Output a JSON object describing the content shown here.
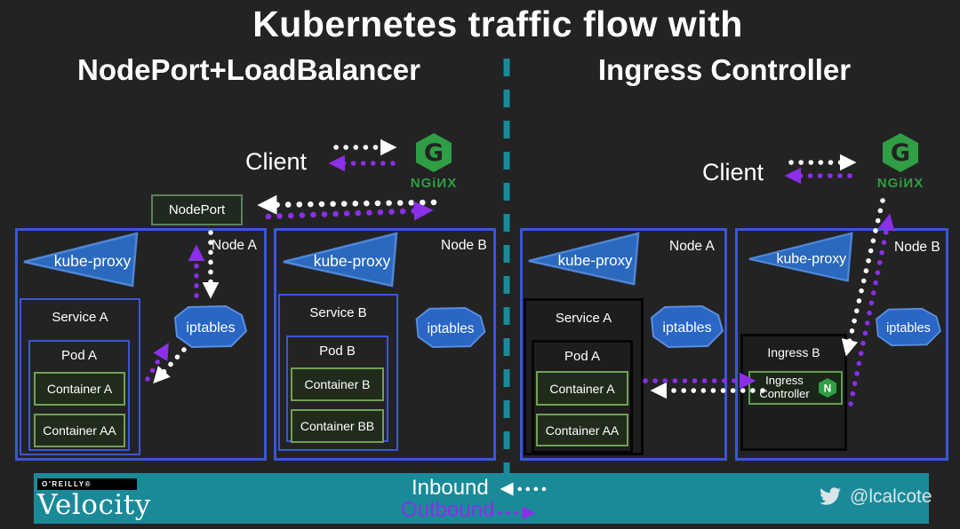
{
  "title": "Kubernetes traffic flow with",
  "left_heading": "NodePort+LoadBalancer",
  "right_heading": "Ingress Controller",
  "diagram": {
    "left": {
      "client_label": "Client",
      "nginx": {
        "monogram": "G",
        "wordmark": "NGiИX"
      },
      "nodeport_label": "NodePort",
      "node_a": {
        "label": "Node A",
        "kube_proxy_label": "kube-proxy",
        "iptables_label": "iptables",
        "service_label": "Service A",
        "pod_label": "Pod A",
        "containers": [
          "Container A",
          "Container AA"
        ]
      },
      "node_b": {
        "label": "Node B",
        "kube_proxy_label": "kube-proxy",
        "iptables_label": "iptables",
        "service_label": "Service B",
        "pod_label": "Pod B",
        "containers": [
          "Container B",
          "Container BB"
        ]
      }
    },
    "right": {
      "client_label": "Client",
      "nginx": {
        "monogram": "G",
        "wordmark": "NGiИX"
      },
      "node_a": {
        "label": "Node A",
        "kube_proxy_label": "kube-proxy",
        "iptables_label": "iptables",
        "service_label": "Service A",
        "pod_label": "Pod A",
        "containers": [
          "Container A",
          "Container AA"
        ]
      },
      "node_b": {
        "label": "Node B",
        "kube_proxy_label": "kube-proxy",
        "iptables_label": "iptables",
        "ingress_label": "Ingress B",
        "ingress_controller_label": "Ingress Controller",
        "ingress_controller_monogram": "N"
      }
    }
  },
  "legend": {
    "inbound_label": "Inbound",
    "outbound_label": "Outbound"
  },
  "footer": {
    "brand_eyebrow": "O'REILLY®",
    "brand_name": "Velocity",
    "twitter_handle": "@lcalcote"
  },
  "colors": {
    "background": "#232323",
    "node_border_blue": "#3a57d8",
    "shape_blue_fill": "#2a69bd",
    "container_green_border": "#71a053",
    "nginx_green": "#2f9e44",
    "purple": "#8b2fe8",
    "teal": "#1a8a99",
    "white": "#ffffff"
  }
}
